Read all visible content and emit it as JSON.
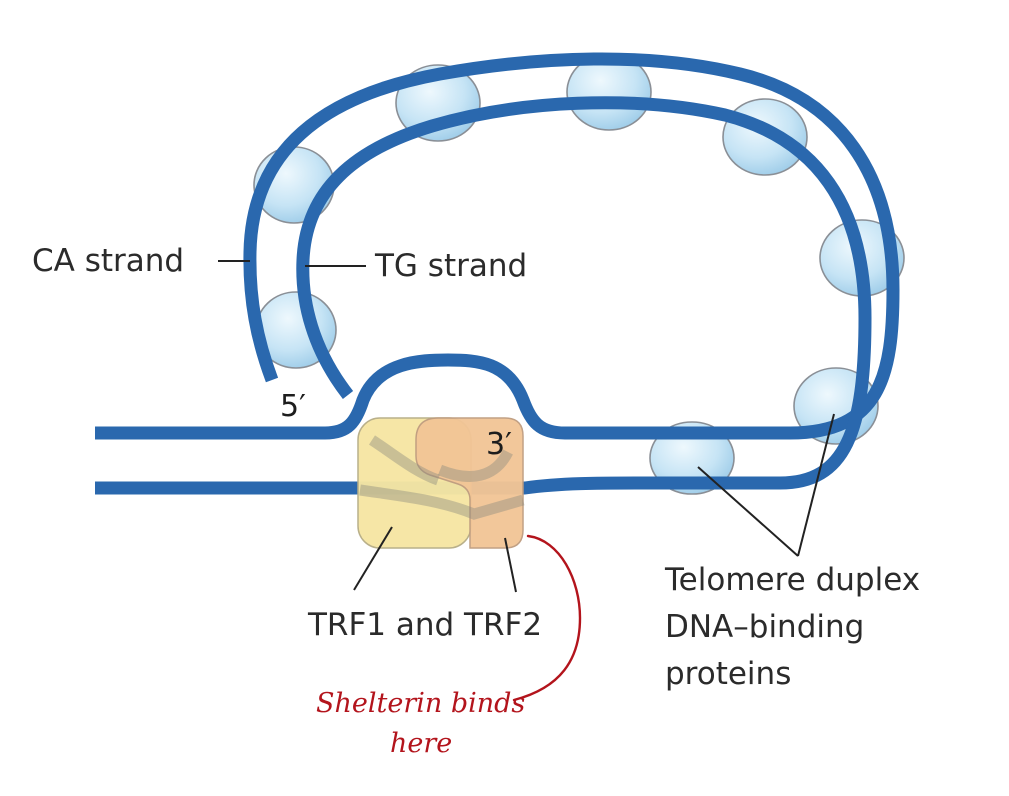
{
  "labels": {
    "ca_strand": "CA strand",
    "tg_strand": "TG strand",
    "five_prime": "5′",
    "three_prime": "3′",
    "trf": "TRF1 and TRF2",
    "telomere_line1": "Telomere duplex",
    "telomere_line2": "DNA–binding",
    "telomere_line3": "proteins"
  },
  "annotation": {
    "line1": "Shelterin binds",
    "line2": "here"
  },
  "colors": {
    "strand": "#2a68ae",
    "bead": "#bfe0f3",
    "bead_outline": "#8a8f96",
    "trf1": "#f6e6a3",
    "trf2": "#f2c596",
    "annotation": "#b3141c",
    "text": "#2b2b2b"
  }
}
